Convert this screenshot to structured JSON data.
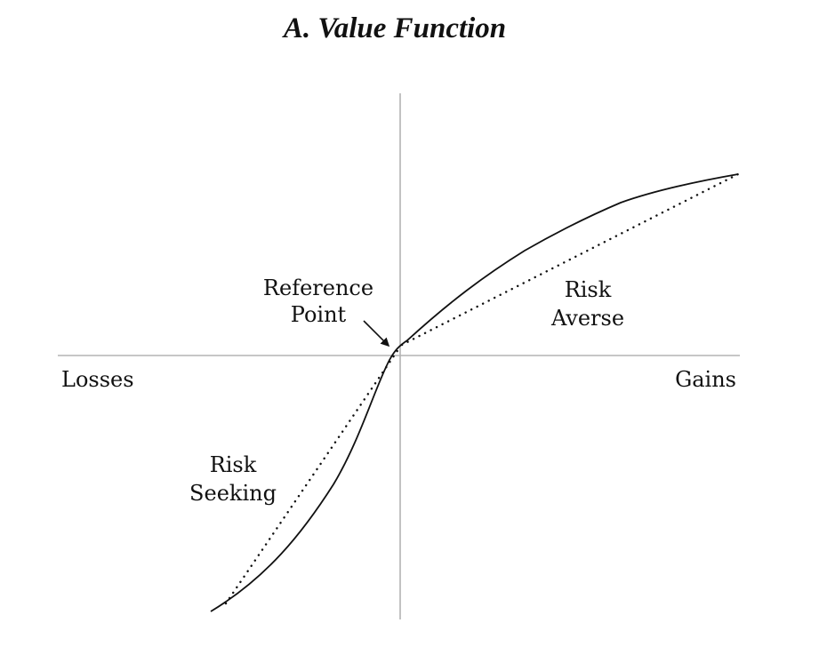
{
  "title": "A. Value Function",
  "labels": {
    "reference_line1": "Reference",
    "reference_line2": "Point",
    "risk_averse_line1": "Risk",
    "risk_averse_line2": "Averse",
    "risk_seeking_line1": "Risk",
    "risk_seeking_line2": "Seeking",
    "losses": "Losses",
    "gains": "Gains"
  }
}
